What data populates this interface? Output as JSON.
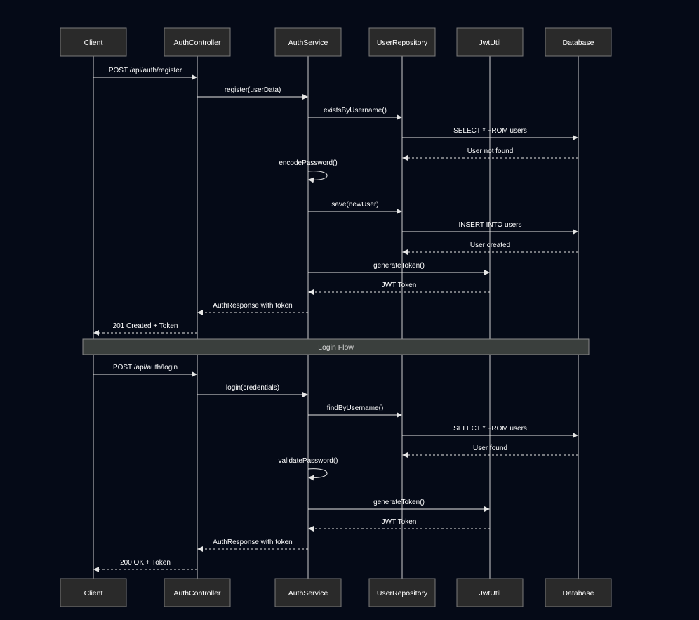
{
  "participants": [
    {
      "id": "client",
      "label": "Client"
    },
    {
      "id": "authcontroller",
      "label": "AuthController"
    },
    {
      "id": "authservice",
      "label": "AuthService"
    },
    {
      "id": "userrepository",
      "label": "UserRepository"
    },
    {
      "id": "jwtutil",
      "label": "JwtUtil"
    },
    {
      "id": "database",
      "label": "Database"
    }
  ],
  "messages": [
    {
      "from": 0,
      "to": 1,
      "label": "POST /api/auth/register",
      "style": "solid"
    },
    {
      "from": 1,
      "to": 2,
      "label": "register(userData)",
      "style": "solid"
    },
    {
      "from": 2,
      "to": 3,
      "label": "existsByUsername()",
      "style": "solid"
    },
    {
      "from": 3,
      "to": 5,
      "label": "SELECT * FROM users",
      "style": "solid"
    },
    {
      "from": 5,
      "to": 3,
      "label": "User not found",
      "style": "dashed"
    },
    {
      "from": 2,
      "to": 2,
      "label": "encodePassword()",
      "style": "solid"
    },
    {
      "from": 2,
      "to": 3,
      "label": "save(newUser)",
      "style": "solid"
    },
    {
      "from": 3,
      "to": 5,
      "label": "INSERT INTO users",
      "style": "solid"
    },
    {
      "from": 5,
      "to": 3,
      "label": "User created",
      "style": "dashed"
    },
    {
      "from": 2,
      "to": 4,
      "label": "generateToken()",
      "style": "solid"
    },
    {
      "from": 4,
      "to": 2,
      "label": "JWT Token",
      "style": "dashed"
    },
    {
      "from": 2,
      "to": 1,
      "label": "AuthResponse with token",
      "style": "dashed"
    },
    {
      "from": 1,
      "to": 0,
      "label": "201 Created + Token",
      "style": "dashed"
    },
    {
      "note": "Login Flow"
    },
    {
      "from": 0,
      "to": 1,
      "label": "POST /api/auth/login",
      "style": "solid"
    },
    {
      "from": 1,
      "to": 2,
      "label": "login(credentials)",
      "style": "solid"
    },
    {
      "from": 2,
      "to": 3,
      "label": "findByUsername()",
      "style": "solid"
    },
    {
      "from": 3,
      "to": 5,
      "label": "SELECT * FROM users",
      "style": "solid"
    },
    {
      "from": 5,
      "to": 3,
      "label": "User found",
      "style": "dashed"
    },
    {
      "from": 2,
      "to": 2,
      "label": "validatePassword()",
      "style": "solid"
    },
    {
      "from": 2,
      "to": 4,
      "label": "generateToken()",
      "style": "solid"
    },
    {
      "from": 4,
      "to": 2,
      "label": "JWT Token",
      "style": "dashed"
    },
    {
      "from": 2,
      "to": 1,
      "label": "AuthResponse with token",
      "style": "dashed"
    },
    {
      "from": 1,
      "to": 0,
      "label": "200 OK + Token",
      "style": "dashed"
    }
  ],
  "colors": {
    "background": "#050a17",
    "actor_fill": "#2a2a2a",
    "line": "#e6e6e6",
    "note_fill": "#3a3f3d"
  }
}
